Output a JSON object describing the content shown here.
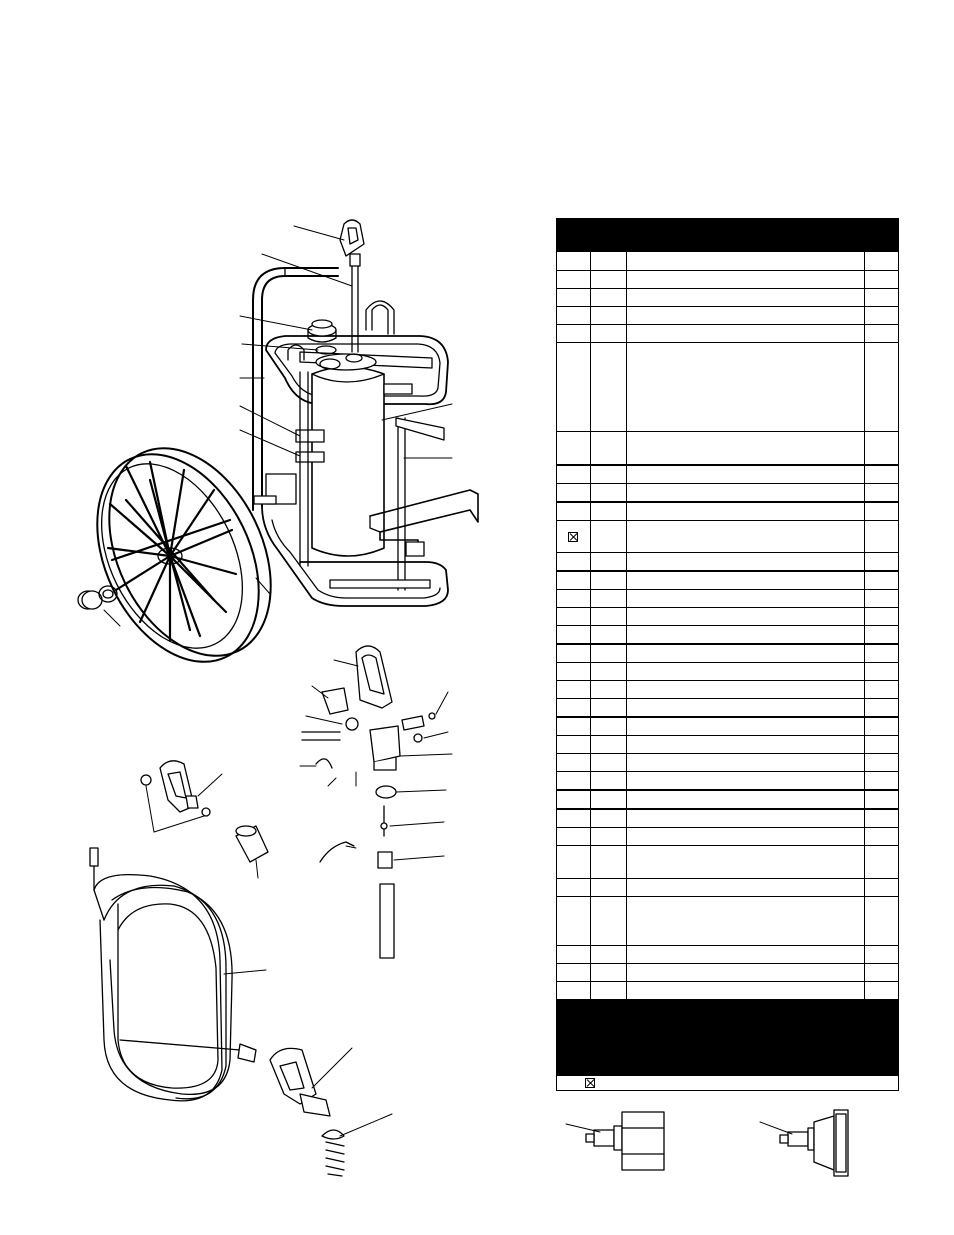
{
  "parts_table": {
    "rows": [
      {
        "h": 19,
        "mark": false,
        "thick_top": false
      },
      {
        "h": 18,
        "mark": false,
        "thick_top": false
      },
      {
        "h": 18,
        "mark": false,
        "thick_top": false
      },
      {
        "h": 18,
        "mark": false,
        "thick_top": false
      },
      {
        "h": 18,
        "mark": false,
        "thick_top": false
      },
      {
        "h": 89,
        "mark": false,
        "thick_top": false
      },
      {
        "h": 33,
        "mark": false,
        "thick_top": false
      },
      {
        "h": 18,
        "mark": false,
        "thick_top": true
      },
      {
        "h": 18,
        "mark": false,
        "thick_top": false
      },
      {
        "h": 18,
        "mark": false,
        "thick_top": true
      },
      {
        "h": 32,
        "mark": true,
        "thick_top": false
      },
      {
        "h": 18,
        "mark": false,
        "thick_top": false
      },
      {
        "h": 18,
        "mark": false,
        "thick_top": true
      },
      {
        "h": 18,
        "mark": false,
        "thick_top": false
      },
      {
        "h": 18,
        "mark": false,
        "thick_top": false
      },
      {
        "h": 18,
        "mark": false,
        "thick_top": false
      },
      {
        "h": 18,
        "mark": false,
        "thick_top": true
      },
      {
        "h": 18,
        "mark": false,
        "thick_top": false
      },
      {
        "h": 18,
        "mark": false,
        "thick_top": false
      },
      {
        "h": 18,
        "mark": false,
        "thick_top": false
      },
      {
        "h": 18,
        "mark": false,
        "thick_top": true
      },
      {
        "h": 18,
        "mark": false,
        "thick_top": false
      },
      {
        "h": 18,
        "mark": false,
        "thick_top": false
      },
      {
        "h": 18,
        "mark": false,
        "thick_top": false
      },
      {
        "h": 18,
        "mark": false,
        "thick_top": true
      },
      {
        "h": 18,
        "mark": false,
        "thick_top": true
      },
      {
        "h": 18,
        "mark": false,
        "thick_top": false
      },
      {
        "h": 33,
        "mark": false,
        "thick_top": false
      },
      {
        "h": 18,
        "mark": false,
        "thick_top": false
      },
      {
        "h": 49,
        "mark": false,
        "thick_top": false
      },
      {
        "h": 18,
        "mark": false,
        "thick_top": false
      },
      {
        "h": 18,
        "mark": false,
        "thick_top": false
      },
      {
        "h": 18,
        "mark": false,
        "thick_top": false
      }
    ],
    "footnote_mark": true
  }
}
